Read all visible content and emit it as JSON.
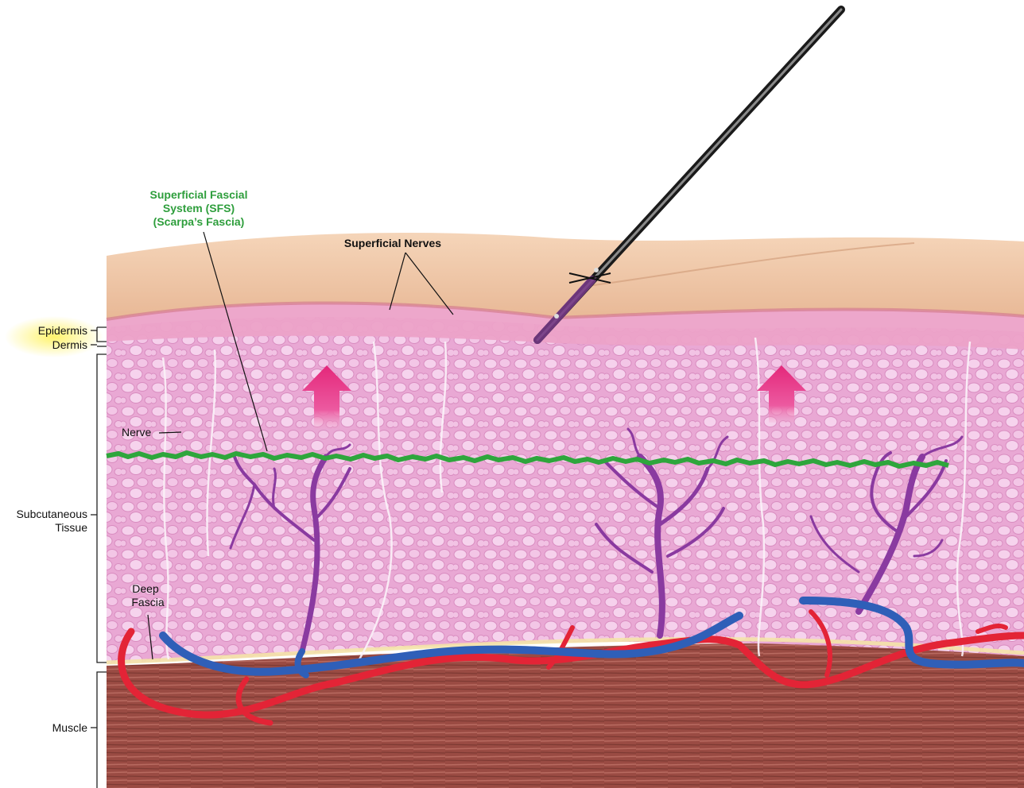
{
  "labels": {
    "sfs_line1": "Superficial Fascial",
    "sfs_line2": "System (SFS)",
    "sfs_line3": "(Scarpa’s Fascia)",
    "superficial_nerves": "Superficial Nerves",
    "epidermis": "Epidermis",
    "dermis": "Dermis",
    "nerve": "Nerve",
    "subcutaneous_line1": "Subcutaneous",
    "subcutaneous_line2": "Tissue",
    "deep_fascia_line1": "Deep",
    "deep_fascia_line2": "Fascia",
    "muscle": "Muscle"
  },
  "colors": {
    "sfs_green": "#2e9e3c",
    "skin": "#f1c6a6",
    "dermis_pink": "#ec9cc4",
    "fat_pink": "#e7a6d2",
    "muscle": "#9e4e46",
    "artery": "#e8243c",
    "vein": "#2f5fb8",
    "vessel_purple": "#8a3aa0",
    "arrow_magenta": "#e8287a",
    "highlight_yellow": "#fff36b"
  },
  "icons": {
    "cannula": "cannula-instrument",
    "arrow": "upward-arrow"
  }
}
